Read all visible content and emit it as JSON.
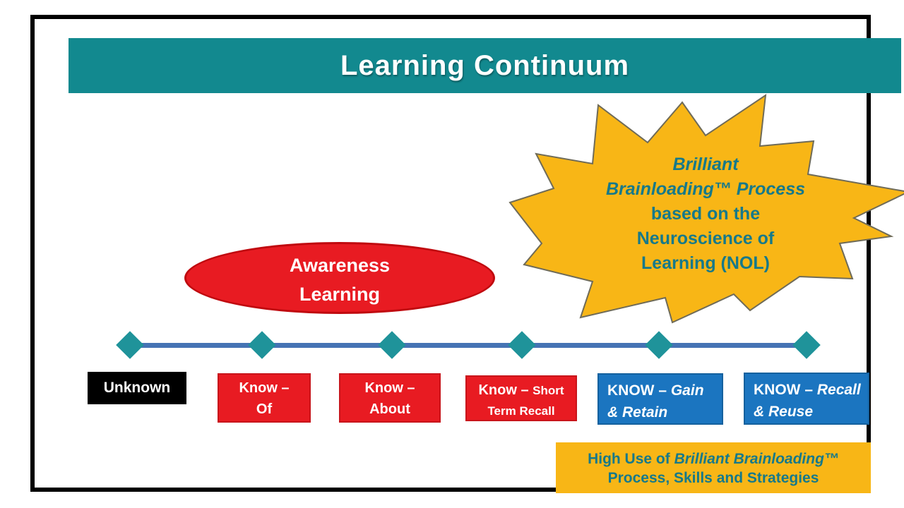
{
  "title": "Learning Continuum",
  "starburst": {
    "line1": "Brilliant",
    "line2": "Brainloading™ Process",
    "line3": "based on the",
    "line4": "Neuroscience of",
    "line5": "Learning (NOL)"
  },
  "awareness": {
    "line1": "Awareness",
    "line2": "Learning"
  },
  "stages": [
    {
      "label": "Unknown"
    },
    {
      "line1": "Know –",
      "line2": "Of"
    },
    {
      "line1": "Know –",
      "line2": "About"
    },
    {
      "big": "Know – ",
      "small1": "Short",
      "small2": "Term Recall"
    },
    {
      "plain": "KNOW – ",
      "italic1": "Gain",
      "italic2": "& Retain"
    },
    {
      "plain": "KNOW – ",
      "italic1": "Recall",
      "italic2": "& Reuse"
    }
  ],
  "footer": {
    "prefix": "High Use of ",
    "italic": "Brilliant Brainloading™",
    "line2": "Process, Skills and Strategies"
  },
  "colors": {
    "header_teal": "#12898F",
    "diamond_teal": "#1F939A",
    "line_blue": "#4573B4",
    "stage_red": "#E81B22",
    "stage_blue": "#1B75C0",
    "gold": "#F8B616",
    "burst_text_teal": "#16798A"
  }
}
